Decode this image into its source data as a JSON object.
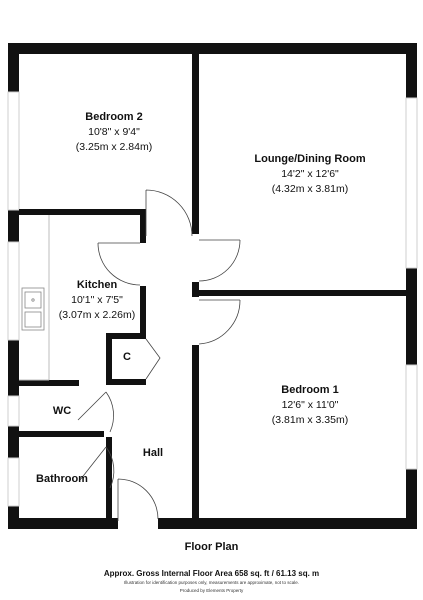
{
  "rooms": {
    "bedroom2": {
      "name": "Bedroom 2",
      "imperial": "10'8\" x 9'4\"",
      "metric": "(3.25m x 2.84m)"
    },
    "lounge": {
      "name": "Lounge/Dining Room",
      "imperial": "14'2\" x 12'6\"",
      "metric": "(4.32m x 3.81m)"
    },
    "kitchen": {
      "name": "Kitchen",
      "imperial": "10'1\" x 7'5\"",
      "metric": "(3.07m x 2.26m)"
    },
    "bedroom1": {
      "name": "Bedroom 1",
      "imperial": "12'6\" x 11'0\"",
      "metric": "(3.81m x 3.35m)"
    },
    "cupboard": {
      "name": "C"
    },
    "wc": {
      "name": "WC"
    },
    "hall": {
      "name": "Hall"
    },
    "bathroom": {
      "name": "Bathroom"
    }
  },
  "footer": {
    "title": "Floor Plan",
    "area": "Approx. Gross Internal Floor Area 658 sq. ft / 61.13 sq. m",
    "disclaimer": "Illustration for identification purposes only, measurements are approximate, not to scale.",
    "producer": "Produced by Elements Property"
  },
  "colors": {
    "wall": "#111111",
    "door": "#444444",
    "window": "#d9d9d9"
  }
}
